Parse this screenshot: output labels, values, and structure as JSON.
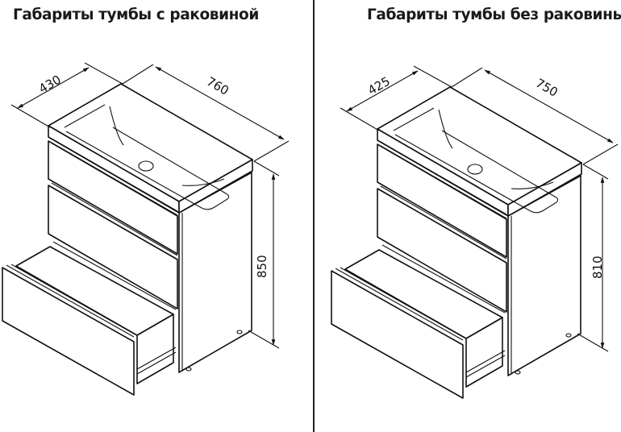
{
  "diagram": {
    "left": {
      "title": "Габариты тумбы с раковиной",
      "dimensions": {
        "depth": "430",
        "width": "760",
        "height": "850"
      }
    },
    "right": {
      "title": "Габариты тумбы без раковины",
      "dimensions": {
        "depth": "425",
        "width": "750",
        "height": "810"
      }
    }
  }
}
